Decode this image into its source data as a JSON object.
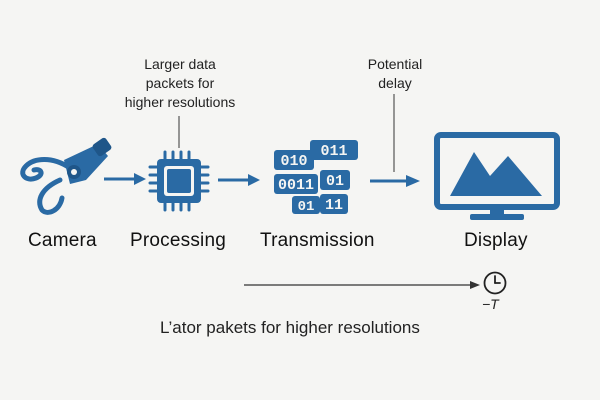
{
  "colors": {
    "accent": "#2a6aa4",
    "accent_dark": "#1f5689",
    "text": "#111111",
    "background": "#f5f5f3"
  },
  "stages": [
    {
      "label": "Camera",
      "icon": "camera-icon"
    },
    {
      "label": "Processing",
      "icon": "chip-icon"
    },
    {
      "label": "Transmission",
      "icon": "data-packets-icon"
    },
    {
      "label": "Display",
      "icon": "monitor-icon"
    }
  ],
  "annotations": {
    "processing_line1": "Larger data",
    "processing_line2": "packets for",
    "processing_line3": "higher resolutions",
    "delay_line1": "Potential",
    "delay_line2": "delay"
  },
  "packets": {
    "row1": "011",
    "row2": "010",
    "row3a": "0011",
    "row3b": "01",
    "row4a": "01",
    "row4b": "11"
  },
  "timeline": {
    "label": "−T",
    "icon": "clock-icon"
  },
  "footnote": "L’ator pakets for higher resolutions"
}
